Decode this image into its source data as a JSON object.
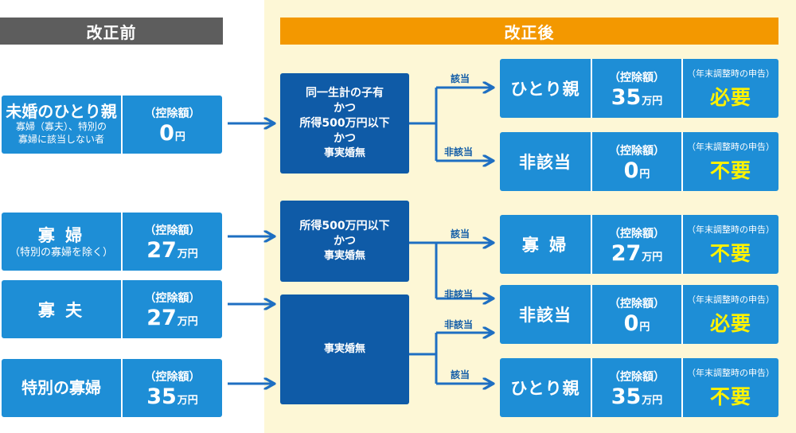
{
  "headers": {
    "before": "改正前",
    "after": "改正後"
  },
  "before": [
    {
      "title": "未婚のひとり親",
      "note1": "寡婦（寡夫）、特別の",
      "note2": "寡婦に該当しない者",
      "label": "（控除額）",
      "amount": "0",
      "unit": "円"
    },
    {
      "title": "寡 婦",
      "note": "（特別の寡婦を除く）",
      "label": "（控除額）",
      "amount": "27",
      "unit": "万円"
    },
    {
      "title": "寡 夫",
      "label": "（控除額）",
      "amount": "27",
      "unit": "万円"
    },
    {
      "title": "特別の寡婦",
      "label": "（控除額）",
      "amount": "35",
      "unit": "万円"
    }
  ],
  "conditions": [
    {
      "lines": [
        "同一生計の子有",
        "かつ",
        "所得500万円以下",
        "かつ",
        "事実婚無"
      ]
    },
    {
      "lines": [
        "所得500万円以下",
        "かつ",
        "事実婚無"
      ]
    },
    {
      "lines": [
        "事実婚無"
      ]
    }
  ],
  "branch_labels": {
    "applicable": "該当",
    "not_applicable": "非該当"
  },
  "after": [
    {
      "name": "ひとり親",
      "label": "（控除額）",
      "amount": "35",
      "unit": "万円",
      "report_label": "（年末調整時の申告）",
      "report": "必要"
    },
    {
      "name": "非該当",
      "label": "（控除額）",
      "amount": "0",
      "unit": "円",
      "report_label": "（年末調整時の申告）",
      "report": "不要"
    },
    {
      "name": "寡 婦",
      "label": "（控除額）",
      "amount": "27",
      "unit": "万円",
      "report_label": "（年末調整時の申告）",
      "report": "不要"
    },
    {
      "name": "非該当",
      "label": "（控除額）",
      "amount": "0",
      "unit": "円",
      "report_label": "（年末調整時の申告）",
      "report": "必要"
    },
    {
      "name": "ひとり親",
      "label": "（控除額）",
      "amount": "35",
      "unit": "万円",
      "report_label": "（年末調整時の申告）",
      "report": "不要"
    }
  ],
  "colors": {
    "card": "#1e8ed6",
    "condition": "#0f5ba7",
    "arrow": "#1e6fc2",
    "highlight": "#fff200",
    "after_bg": "#fdf7d6",
    "header_before": "#5d5d5d",
    "header_after": "#f39800"
  }
}
